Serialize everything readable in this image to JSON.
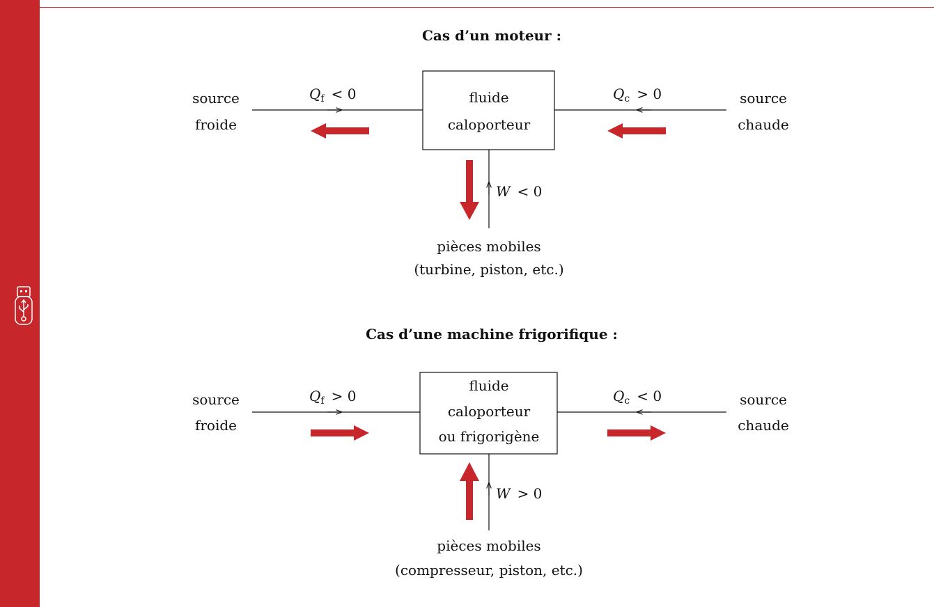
{
  "colors": {
    "accent": "#c7262b",
    "line": "#111111"
  },
  "sidebar": {
    "icon": "usb-drive-icon"
  },
  "engine": {
    "title": "Cas d’un moteur :",
    "cold_source": [
      "source",
      "froide"
    ],
    "hot_source": [
      "source",
      "chaude"
    ],
    "fluid": [
      "fluide",
      "caloporteur"
    ],
    "moving_parts": [
      "pièces mobiles",
      "(turbine, piston, etc.)"
    ],
    "qf": {
      "symbol": "Q",
      "sub": "f",
      "rel": "< 0"
    },
    "qc": {
      "symbol": "Q",
      "sub": "c",
      "rel": "> 0"
    },
    "w": {
      "symbol": "W",
      "rel": "< 0"
    }
  },
  "fridge": {
    "title": "Cas d’une machine frigorifique :",
    "cold_source": [
      "source",
      "froide"
    ],
    "hot_source": [
      "source",
      "chaude"
    ],
    "fluid": [
      "fluide",
      "caloporteur",
      "ou frigorigène"
    ],
    "moving_parts": [
      "pièces mobiles",
      "(compresseur, piston, etc.)"
    ],
    "qf": {
      "symbol": "Q",
      "sub": "f",
      "rel": "> 0"
    },
    "qc": {
      "symbol": "Q",
      "sub": "c",
      "rel": "< 0"
    },
    "w": {
      "symbol": "W",
      "rel": "> 0"
    }
  }
}
